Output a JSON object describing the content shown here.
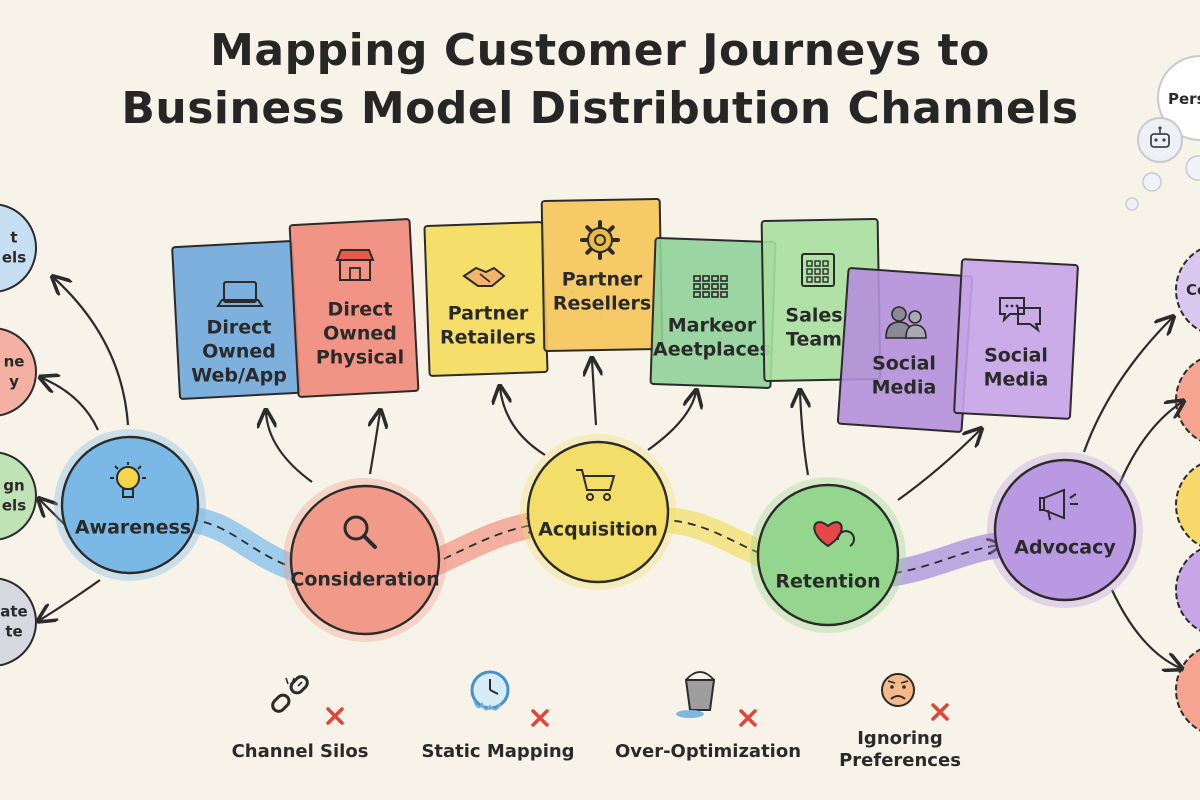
{
  "title": {
    "line1": "Mapping Customer Journeys to",
    "line2": "Business Model Distribution Channels"
  },
  "channels": [
    {
      "lines": [
        "Direct",
        "Owned",
        "Web/App"
      ],
      "color": "#6fa8dc",
      "icon": "laptop-icon"
    },
    {
      "lines": [
        "Direct",
        "Owned",
        "Physical"
      ],
      "color": "#ef8a7a",
      "icon": "storefront-icon"
    },
    {
      "lines": [
        "Partner",
        "Retailers"
      ],
      "color": "#f5dc5c",
      "icon": "handshake-icon"
    },
    {
      "lines": [
        "Partner",
        "Resellers"
      ],
      "color": "#f6c55a",
      "icon": "gear-icon"
    },
    {
      "lines": [
        "Markeor",
        "Aeetplaces"
      ],
      "color": "#8fd19a",
      "icon": "marketplace-grid-icon"
    },
    {
      "lines": [
        "Sales",
        "Team"
      ],
      "color": "#a7dfa0",
      "icon": "calendar-icon"
    },
    {
      "lines": [
        "Social",
        "Media"
      ],
      "color": "#b48fdc",
      "icon": "people-icon"
    },
    {
      "lines": [
        "Social",
        "Media"
      ],
      "color": "#c6a4e8",
      "icon": "chat-bubbles-icon"
    }
  ],
  "stages": [
    {
      "label": "Awareness",
      "color": "#7ab8e6",
      "icon": "lightbulb-icon"
    },
    {
      "label": "Consideration",
      "color": "#f19a8a",
      "icon": "magnifier-icon"
    },
    {
      "label": "Acquisition",
      "color": "#f4de6a",
      "icon": "shopping-cart-icon"
    },
    {
      "label": "Retention",
      "color": "#95d68f",
      "icon": "heart-refresh-icon"
    },
    {
      "label": "Advocacy",
      "color": "#b999e2",
      "icon": "megaphone-icon"
    }
  ],
  "left_partials": [
    {
      "lines": [
        "t",
        "els"
      ],
      "color": "#c7dff2"
    },
    {
      "lines": [
        "ne",
        "y"
      ],
      "color": "#f4b1a3"
    },
    {
      "lines": [
        "gn",
        "els"
      ],
      "color": "#bfe3b4"
    },
    {
      "lines": [
        "ate",
        "te"
      ],
      "color": "#d8d8e0"
    }
  ],
  "top_right": {
    "label": "Pers",
    "icon": "robot-icon"
  },
  "right_partials": [
    {
      "label": "Co",
      "color": "#d9c7ef"
    },
    {
      "label": "",
      "color": "#f4a48f"
    },
    {
      "label": "",
      "color": "#f6d96a"
    },
    {
      "label": "",
      "color": "#c7a5e6"
    },
    {
      "label": "",
      "color": "#f4a48f"
    }
  ],
  "pitfalls": [
    {
      "lines": [
        "Channel Silos"
      ],
      "icon": "broken-chain-icon"
    },
    {
      "lines": [
        "Static Mapping"
      ],
      "icon": "frozen-clock-icon"
    },
    {
      "lines": [
        "Over-Optimization"
      ],
      "icon": "overflowing-bucket-icon"
    },
    {
      "lines": [
        "Ignoring",
        "Preferences"
      ],
      "icon": "sad-face-icon"
    }
  ],
  "colors": {
    "background": "#f7f3e8",
    "ink": "#2b2b2b",
    "cross": "#e0453a"
  }
}
